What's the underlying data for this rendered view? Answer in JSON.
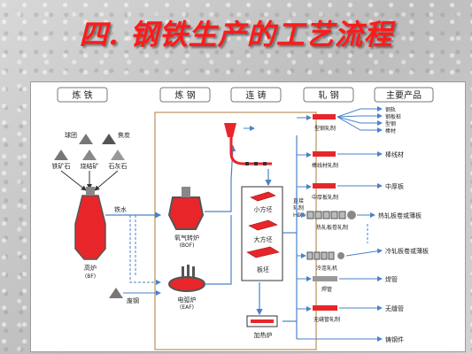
{
  "title": "四. 钢铁生产的工艺流程",
  "headers": [
    "炼 铁",
    "炼 钢",
    "连 铸",
    "轧 钢",
    "主要产品"
  ],
  "ironmaking": {
    "ore1": "球团",
    "ore2": "焦炭",
    "ore3": "铁矿石",
    "ore4": "烧结矿",
    "ore5": "石灰石",
    "hot_metal": "铁水",
    "furnace": "高炉",
    "furnace_code": "(BF)",
    "scrap": "废钢"
  },
  "steelmaking": {
    "bof": "氧气转炉",
    "bof_code": "(BOF)",
    "eaf": "电弧炉",
    "eaf_code": "(EAF)"
  },
  "casting": {
    "billet": "小方坯",
    "bloom": "大方坯",
    "slab": "板坯",
    "hdr_label": "直接\n轧制\nHDR",
    "reheat": "加热炉"
  },
  "rolling": {
    "section": "型钢轧制",
    "wire": "棒线材轧制",
    "plate": "中厚板轧制",
    "hot_strip": "热轧板卷轧制",
    "cold": "冷连轧机",
    "weld": "焊管",
    "seamless": "无缝管轧制"
  },
  "products": {
    "section_items": [
      "钢轨",
      "钢板桩",
      "型钢",
      "棒材"
    ],
    "wire": "棒线材",
    "plate": "中厚板",
    "hot_strip": "热轧板卷或薄板",
    "cold": "冷轧板卷或薄板",
    "weld": "焊管",
    "seamless": "无缝管",
    "casting": "铸钢件"
  },
  "colors": {
    "title": "#ff1a1a",
    "molten": "#e8262a",
    "arrow": "#4a82c8",
    "box": "#c9a97a"
  }
}
